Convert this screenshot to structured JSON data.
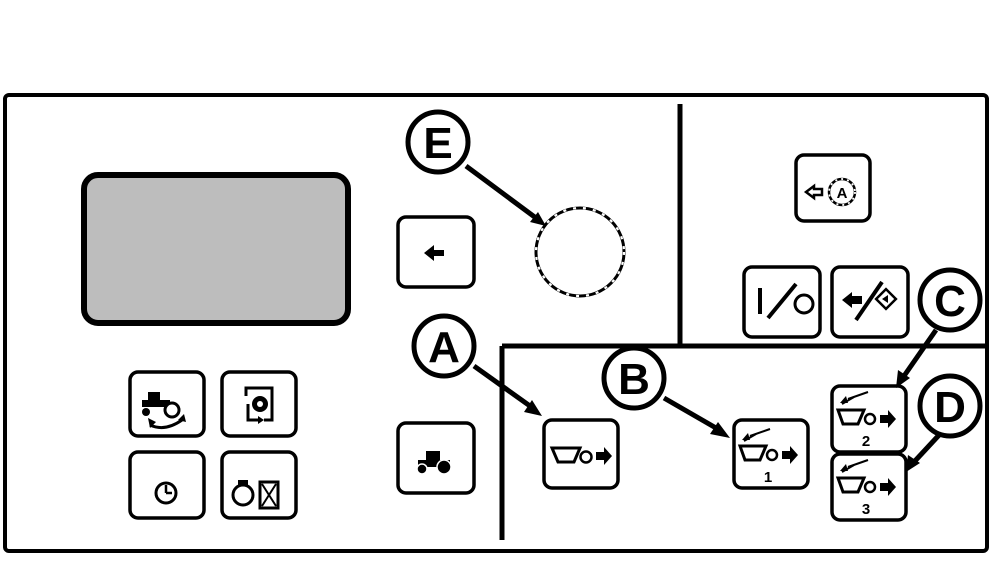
{
  "callouts": {
    "a": "A",
    "b": "B",
    "c": "C",
    "d": "D",
    "e": "E"
  },
  "buttons": {
    "unload_1_number": "1",
    "unload_2_number": "2",
    "unload_3_number": "3"
  },
  "icons": {
    "back": "left-arrow-icon",
    "tractor": "tractor-icon",
    "tractor_settings": "tractor-settings-icon",
    "rotate_settings": "rotate-settings-icon",
    "clock": "clock-icon",
    "engine_hourglass": "engine-hourglass-icon",
    "auto_gear": "auto-gear-icon",
    "on_off": "on-off-icon",
    "diagonal_arrows": "diagonal-arrows-icon",
    "unload": "unload-icon"
  },
  "colors": {
    "line": "#000000",
    "display": "#bdbdbd",
    "background": "#ffffff"
  }
}
